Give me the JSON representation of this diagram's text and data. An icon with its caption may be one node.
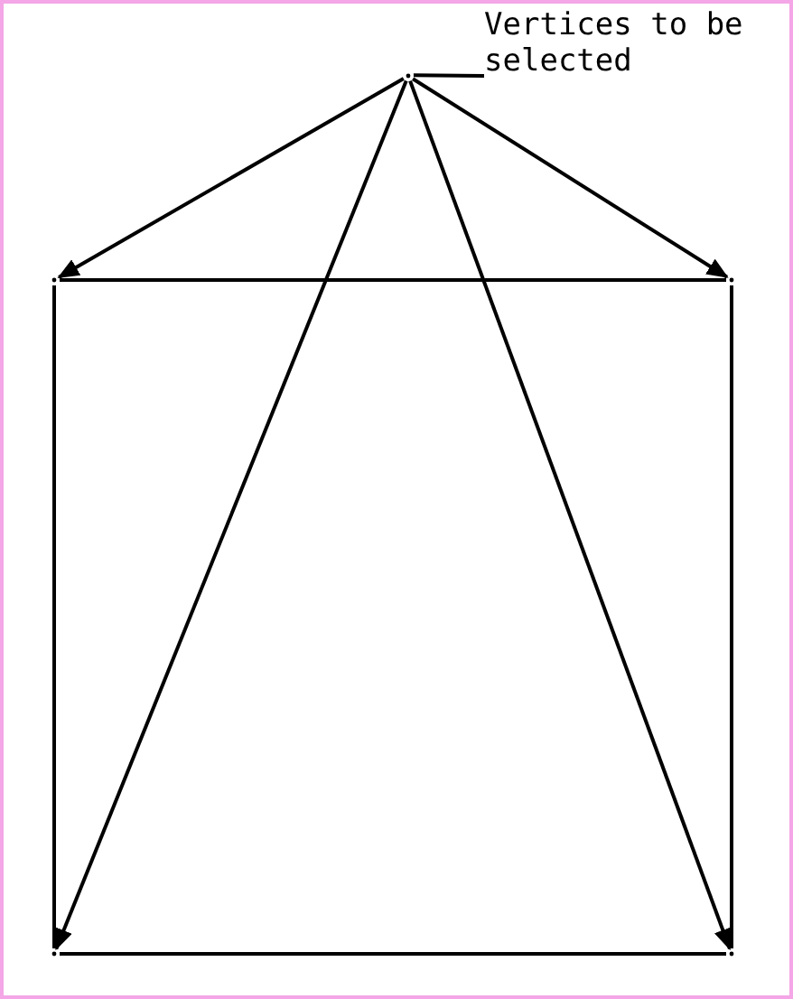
{
  "diagram": {
    "nodes": [
      {
        "text": [
          "Vertices to be selected"
        ]
      },
      {
        "text": [],
        "shape": "point"
      },
      {
        "text": [],
        "shape": "point"
      },
      {
        "text": [],
        "shape": "point"
      },
      {
        "text": [],
        "shape": "point"
      },
      {
        "text": [],
        "shape": "point"
      }
    ],
    "edges": [
      {
        "from": 0,
        "to": 1,
        "arrow": "none"
      },
      {
        "from": 1,
        "to": 2,
        "arrow": "to"
      },
      {
        "from": 1,
        "to": 3,
        "arrow": "to"
      },
      {
        "from": 1,
        "to": 4,
        "arrow": "to"
      },
      {
        "from": 1,
        "to": 5,
        "arrow": "to"
      },
      {
        "from": 2,
        "to": 3,
        "arrow": "none"
      },
      {
        "from": 3,
        "to": 5,
        "arrow": "none"
      },
      {
        "from": 5,
        "to": 4,
        "arrow": "none"
      },
      {
        "from": 4,
        "to": 2,
        "arrow": "none"
      }
    ]
  }
}
